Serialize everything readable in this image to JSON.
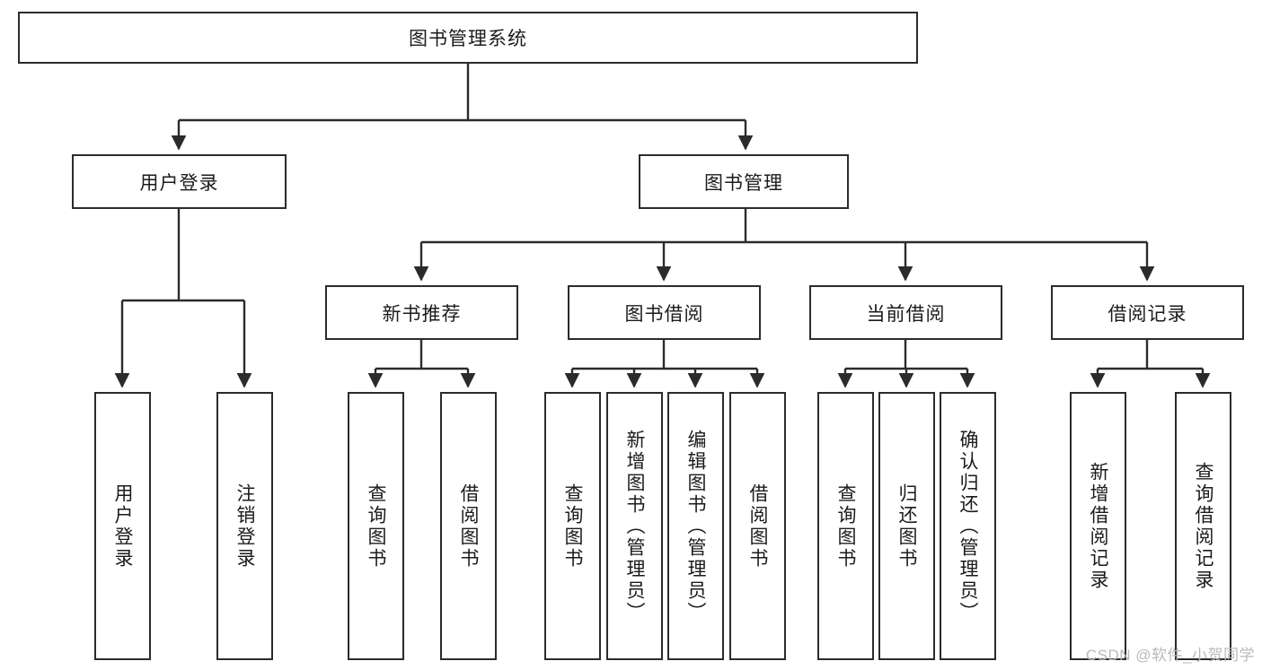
{
  "diagram": {
    "type": "tree-hierarchy-diagram",
    "title_node": {
      "label": "图书管理系统"
    },
    "level1": [
      {
        "id": "user-login",
        "label": "用户登录"
      },
      {
        "id": "book-management",
        "label": "图书管理"
      }
    ],
    "level2": [
      {
        "id": "new-book-recommend",
        "label": "新书推荐",
        "parent": "book-management"
      },
      {
        "id": "book-borrow",
        "label": "图书借阅",
        "parent": "book-management"
      },
      {
        "id": "current-borrow",
        "label": "当前借阅",
        "parent": "book-management"
      },
      {
        "id": "borrow-record",
        "label": "借阅记录",
        "parent": "book-management"
      }
    ],
    "leaves": [
      {
        "id": "leaf-user-login",
        "label": "用户登录",
        "parent": "user-login"
      },
      {
        "id": "leaf-logout-login",
        "label": "注销登录",
        "parent": "user-login"
      },
      {
        "id": "leaf-query-book-1",
        "label": "查询图书",
        "parent": "new-book-recommend"
      },
      {
        "id": "leaf-borrow-book-1",
        "label": "借阅图书",
        "parent": "new-book-recommend"
      },
      {
        "id": "leaf-query-book-2",
        "label": "查询图书",
        "parent": "book-borrow"
      },
      {
        "id": "leaf-add-book",
        "label": "新增图书（管理员）",
        "parent": "book-borrow"
      },
      {
        "id": "leaf-edit-book",
        "label": "编辑图书（管理员）",
        "parent": "book-borrow"
      },
      {
        "id": "leaf-borrow-book-2",
        "label": "借阅图书",
        "parent": "book-borrow"
      },
      {
        "id": "leaf-query-book-3",
        "label": "查询图书",
        "parent": "current-borrow"
      },
      {
        "id": "leaf-return-book",
        "label": "归还图书",
        "parent": "current-borrow"
      },
      {
        "id": "leaf-confirm-return",
        "label": "确认归还（管理员）",
        "parent": "current-borrow"
      },
      {
        "id": "leaf-add-record",
        "label": "新增借阅记录",
        "parent": "borrow-record"
      },
      {
        "id": "leaf-query-record",
        "label": "查询借阅记录",
        "parent": "borrow-record"
      }
    ],
    "watermark": "CSDN @软件_小贺同学",
    "colors": {
      "stroke": "#2b2b2b",
      "fill": "#ffffff",
      "text": "#1b1b1b",
      "watermark": "#b9b9b9"
    }
  }
}
